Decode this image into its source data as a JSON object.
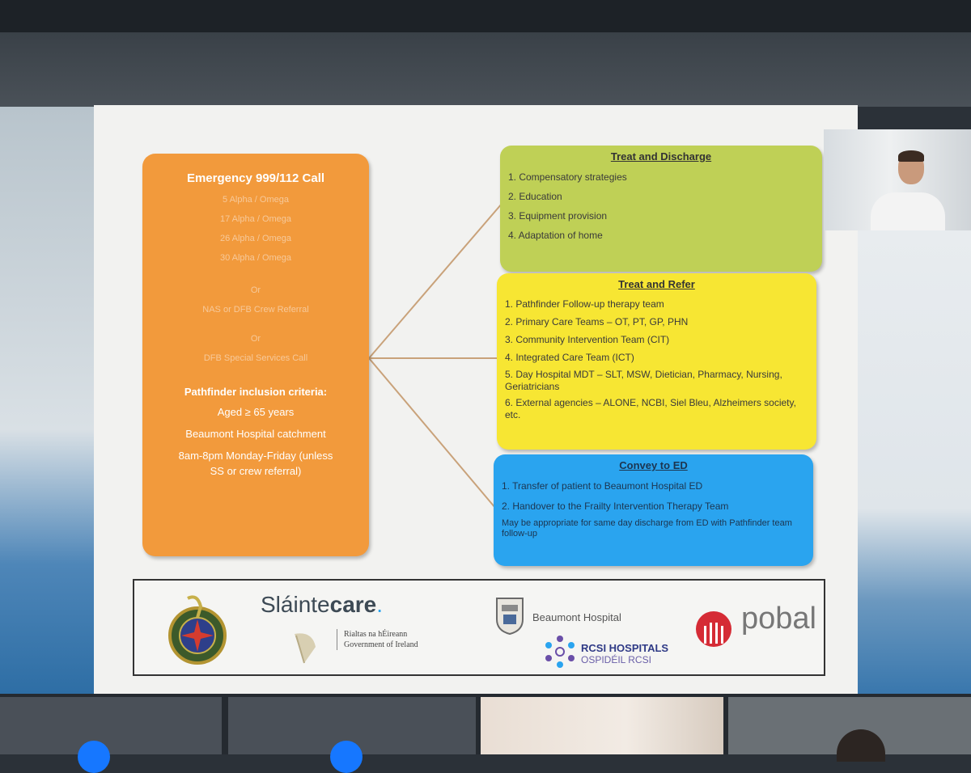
{
  "orange": {
    "title": "Emergency 999/112 Call",
    "codes": [
      "5 Alpha / Omega",
      "17 Alpha / Omega",
      "26 Alpha / Omega",
      "30 Alpha / Omega"
    ],
    "or1": "Or",
    "referral": "NAS or DFB Crew Referral",
    "or2": "Or",
    "special": "DFB Special Services Call",
    "criteria_title": "Pathfinder inclusion criteria:",
    "criteria": [
      "Aged ≥ 65 years",
      "Beaumont Hospital catchment",
      "8am-8pm Monday-Friday (unless",
      "SS or crew referral)"
    ]
  },
  "green": {
    "title": "Treat and Discharge",
    "items": [
      "1. Compensatory strategies",
      "2. Education",
      "3. Equipment provision",
      "4. Adaptation of home"
    ]
  },
  "yellow": {
    "title": "Treat and Refer",
    "items": [
      "1. Pathfinder Follow-up therapy team",
      "2. Primary Care Teams – OT, PT, GP, PHN",
      "3. Community Intervention Team (CIT)",
      "4. Integrated Care Team (ICT)",
      "5. Day Hospital MDT – SLT, MSW, Dietician, Pharmacy, Nursing, Geriatricians",
      "6. External agencies – ALONE, NCBI, Siel Bleu, Alzheimers society, etc."
    ]
  },
  "blue": {
    "title": "Convey to ED",
    "items": [
      "1. Transfer of patient to Beaumont Hospital ED",
      "2. Handover to the Frailty Intervention Therapy Team"
    ],
    "note": "May be appropriate for same day discharge from ED with Pathfinder team follow-up"
  },
  "logos": {
    "slainte_a": "Sláinte",
    "slainte_b": "care",
    "slainte_dot": ".",
    "gov_ga": "Rialtas na hÉireann",
    "gov_en": "Government of Ireland",
    "beaumont": "Beaumont Hospital",
    "rcsi": "RCSI HOSPITALS",
    "rcsi_ga": "OSPIDÉIL RCSI",
    "pobal": "pobal"
  },
  "colors": {
    "orange": "#f29a3c",
    "green": "#bfd056",
    "yellow": "#f7e633",
    "blue": "#2aa4ef",
    "connector": "#c9a27a"
  }
}
